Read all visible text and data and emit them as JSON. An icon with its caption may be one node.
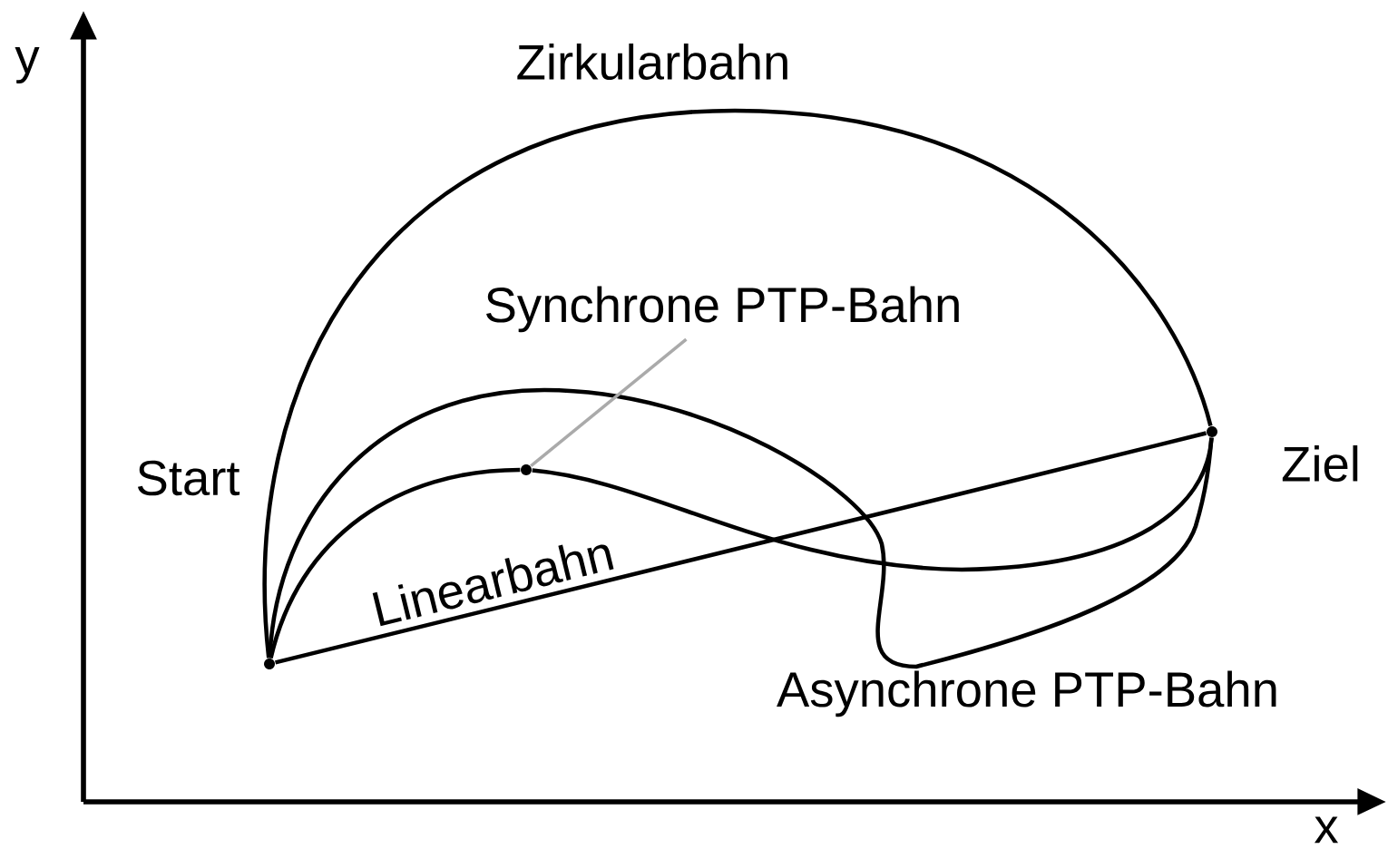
{
  "diagram": {
    "nodes": [
      {
        "text": [],
        "shape": "circle",
        "beside": [
          "Start"
        ]
      },
      {
        "text": [],
        "shape": "circle",
        "beside": [
          "Ziel"
        ]
      },
      {
        "text": [],
        "shape": "circle"
      },
      {
        "text": [
          "Synchrone PTP-Bahn"
        ]
      }
    ],
    "edges": [
      {
        "from": 0,
        "to": 1,
        "arrow": "none",
        "label": "Zirkularbahn"
      },
      {
        "from": 0,
        "to": 2,
        "arrow": "none"
      },
      {
        "from": 2,
        "to": 1,
        "arrow": "none"
      },
      {
        "from": 0,
        "to": 1,
        "arrow": "none",
        "label": "Linearbahn"
      },
      {
        "from": 0,
        "to": 1,
        "arrow": "none",
        "label": "Asynchrone PTP-Bahn"
      },
      {
        "from": 3,
        "to": 2,
        "arrow": "none",
        "color": "#aaaaaa"
      }
    ],
    "labels": [
      "y",
      "x"
    ]
  }
}
